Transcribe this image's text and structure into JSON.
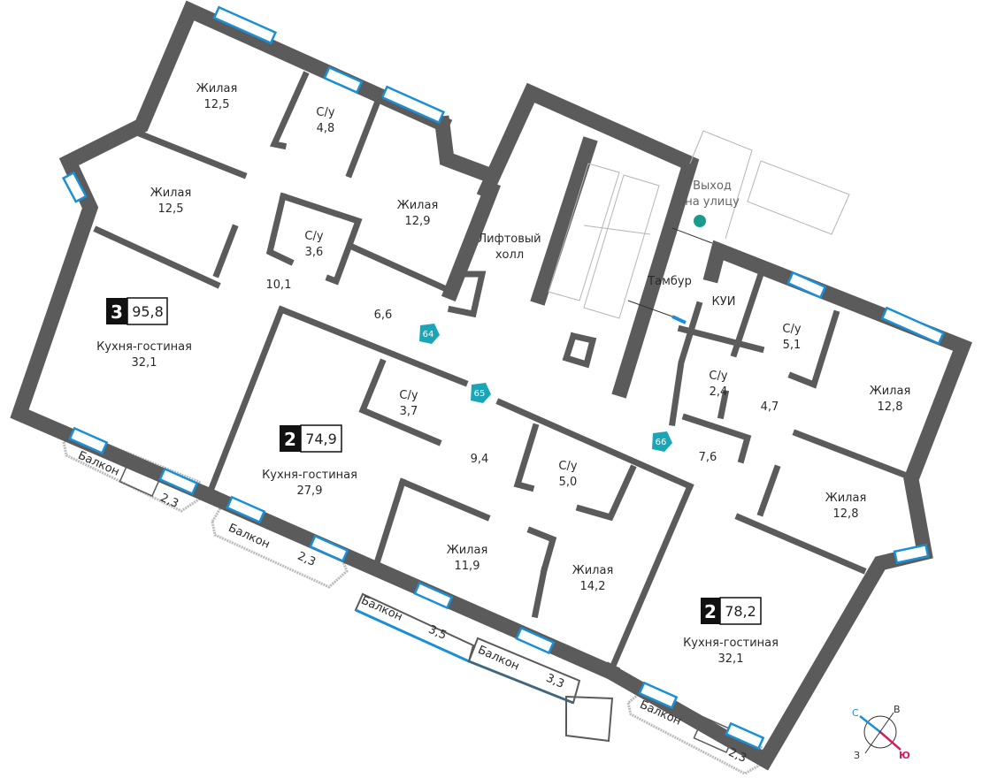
{
  "colors": {
    "wall": "#5b5b5b",
    "window": "#1a8fd6",
    "marker": "#1aa5b8",
    "north": "#1a8fd6",
    "south": "#d81b60"
  },
  "apartments": [
    {
      "rooms_count": "3",
      "area": "95,8",
      "rooms": [
        {
          "name": "Жилая",
          "area": "12,5"
        },
        {
          "name": "С/у",
          "area": "4,8"
        },
        {
          "name": "Жилая",
          "area": "12,5"
        },
        {
          "name": "С/у",
          "area": "3,6"
        },
        {
          "name": "Жилая",
          "area": "12,9"
        },
        {
          "name": "",
          "area": "10,1"
        },
        {
          "name": "",
          "area": "6,6"
        },
        {
          "name": "Кухня-гостиная",
          "area": "32,1"
        }
      ],
      "balconies": [
        {
          "name": "Балкон",
          "area": "2,3"
        }
      ]
    },
    {
      "rooms_count": "2",
      "area": "74,9",
      "rooms": [
        {
          "name": "С/у",
          "area": "3,7"
        },
        {
          "name": "",
          "area": "9,4"
        },
        {
          "name": "С/у",
          "area": "5,0"
        },
        {
          "name": "Кухня-гостиная",
          "area": "27,9"
        },
        {
          "name": "Жилая",
          "area": "11,9"
        },
        {
          "name": "Жилая",
          "area": "14,2"
        }
      ],
      "balconies": [
        {
          "name": "Балкон",
          "area": "2,3"
        },
        {
          "name": "Балкон",
          "area": "3,5"
        },
        {
          "name": "Балкон",
          "area": "3,3"
        }
      ]
    },
    {
      "rooms_count": "2",
      "area": "78,2",
      "rooms": [
        {
          "name": "С/у",
          "area": "5,1"
        },
        {
          "name": "С/у",
          "area": "2,4"
        },
        {
          "name": "",
          "area": "4,7"
        },
        {
          "name": "Жилая",
          "area": "12,8"
        },
        {
          "name": "",
          "area": "7,6"
        },
        {
          "name": "Жилая",
          "area": "12,8"
        },
        {
          "name": "Кухня-гостиная",
          "area": "32,1"
        }
      ],
      "balconies": [
        {
          "name": "Балкон",
          "area": "2,3"
        }
      ]
    }
  ],
  "common": {
    "lift_hall_1": "Лифтовый",
    "lift_hall_2": "холл",
    "exit_1": "Выход",
    "exit_2": "на улицу",
    "vestibule": "Тамбур",
    "cleaning_room": "КУИ"
  },
  "markers": [
    "64",
    "65",
    "66"
  ],
  "compass": {
    "north": "С",
    "east": "В",
    "west": "З",
    "south": "Ю"
  }
}
